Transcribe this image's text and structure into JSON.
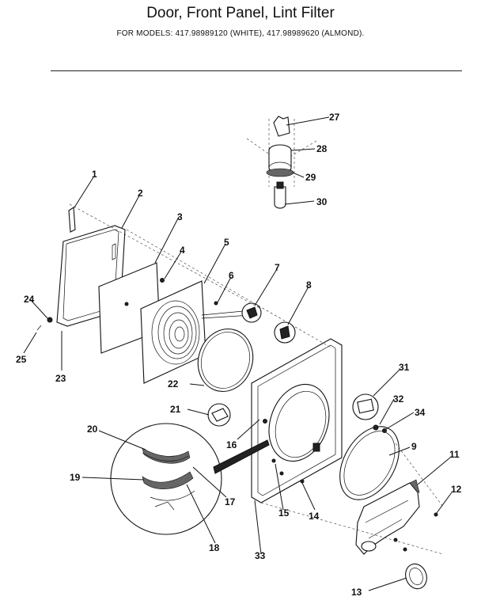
{
  "header": {
    "title": "Door, Front Panel, Lint Filter",
    "subtitle": "FOR MODELS: 417.98989120 (WHITE), 417.98989620 (ALMOND)."
  },
  "callouts": {
    "p1": "1",
    "p2": "2",
    "p3": "3",
    "p4": "4",
    "p5": "5",
    "p6": "6",
    "p7": "7",
    "p8": "8",
    "p9": "9",
    "p11": "11",
    "p12": "12",
    "p13": "13",
    "p14": "14",
    "p15": "15",
    "p16": "16",
    "p17": "17",
    "p18": "18",
    "p19": "19",
    "p20": "20",
    "p21": "21",
    "p22": "22",
    "p23": "23",
    "p24": "24",
    "p25": "25",
    "p27": "27",
    "p28": "28",
    "p29": "29",
    "p30": "30",
    "p31": "31",
    "p32": "32",
    "p33": "33",
    "p34": "34"
  }
}
